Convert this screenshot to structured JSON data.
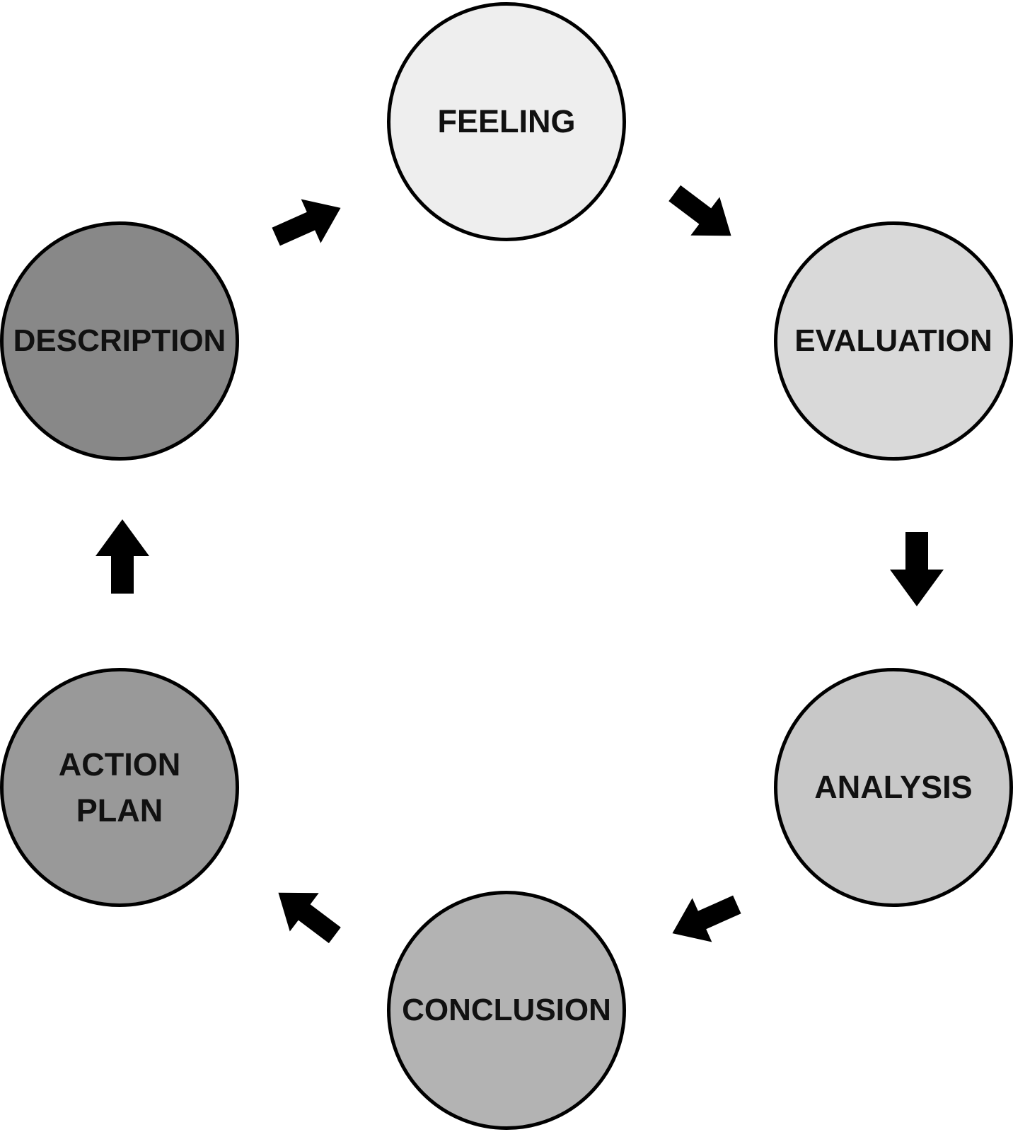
{
  "diagram": {
    "nodes": [
      {
        "id": "feeling",
        "lines": [
          "FEELING"
        ],
        "fill": "#eeeeee"
      },
      {
        "id": "evaluation",
        "lines": [
          "EVALUATION"
        ],
        "fill": "#d9d9d9"
      },
      {
        "id": "analysis",
        "lines": [
          "ANALYSIS"
        ],
        "fill": "#c8c8c8"
      },
      {
        "id": "conclusion",
        "lines": [
          "CONCLUSION"
        ],
        "fill": "#b3b3b3"
      },
      {
        "id": "action_plan",
        "lines": [
          "ACTION",
          "PLAN"
        ],
        "fill": "#999999"
      },
      {
        "id": "description",
        "lines": [
          "DESCRIPTION"
        ],
        "fill": "#888888"
      }
    ],
    "edges": [
      {
        "from": "description",
        "to": "feeling"
      },
      {
        "from": "feeling",
        "to": "evaluation"
      },
      {
        "from": "evaluation",
        "to": "analysis"
      },
      {
        "from": "analysis",
        "to": "conclusion"
      },
      {
        "from": "conclusion",
        "to": "action_plan"
      },
      {
        "from": "action_plan",
        "to": "description"
      }
    ],
    "arrow_color": "#000000",
    "border_color": "#000000"
  }
}
